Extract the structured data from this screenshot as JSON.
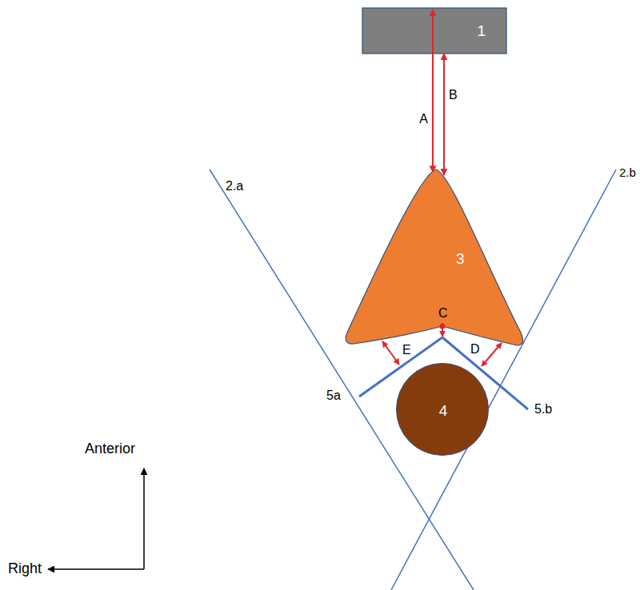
{
  "diagram": {
    "nodes": [
      {
        "text": [
          "1"
        ]
      },
      {
        "text": [
          "3"
        ]
      },
      {
        "text": [
          "4"
        ]
      }
    ],
    "edges": [
      {
        "from": 0,
        "to": 1,
        "arrow": "both",
        "label": "A"
      },
      {
        "from": 0,
        "to": 1,
        "arrow": "both",
        "label": "B"
      }
    ],
    "labels": [
      "2.a",
      "2.b",
      "C",
      "E",
      "D",
      "5a",
      "5.b",
      "Anterior",
      "Right"
    ]
  }
}
